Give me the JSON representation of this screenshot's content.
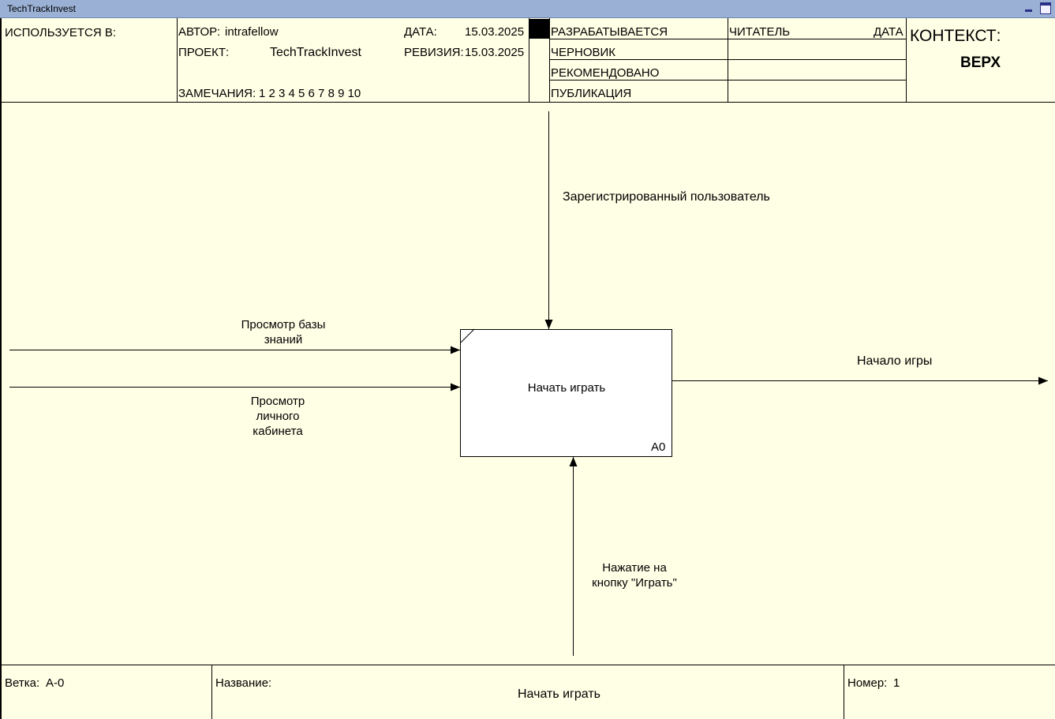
{
  "window": {
    "title": "TechTrackInvest"
  },
  "header": {
    "used_in_label": "ИСПОЛЬЗУЕТСЯ В:",
    "author_label": "АВТОР:",
    "author_value": "intrafellow",
    "project_label": "ПРОЕКТ:",
    "project_value": "TechTrackInvest",
    "notes_label": "ЗАМЕЧАНИЯ:",
    "notes_value": "1 2 3 4 5 6 7 8 9 10",
    "date_label": "ДАТА:",
    "date_value": "15.03.2025",
    "revision_label": "РЕВИЗИЯ:",
    "revision_value": "15.03.2025",
    "statuses": [
      "РАЗРАБАТЫВАЕТСЯ",
      "ЧЕРНОВИК",
      "РЕКОМЕНДОВАНО",
      "ПУБЛИКАЦИЯ"
    ],
    "reader_label": "ЧИТАТЕЛЬ",
    "reader_date_label": "ДАТА",
    "context_label": "КОНТЕКСТ:",
    "context_value": "ВЕРХ"
  },
  "diagram": {
    "activity": {
      "name": "Начать играть",
      "id": "A0"
    },
    "arrows": {
      "control": "Зарегистрированный пользователь",
      "input1": [
        "Просмотр базы",
        "знаний"
      ],
      "input2": [
        "Просмотр",
        "личного",
        "кабинета"
      ],
      "output": "Начало игры",
      "mechanism": [
        "Нажатие на",
        "кнопку \"Играть\""
      ]
    }
  },
  "footer": {
    "node_label": "Ветка:",
    "node_value": "А-0",
    "title_label": "Название:",
    "title_value": "Начать играть",
    "number_label": "Номер:",
    "number_value": "1"
  }
}
